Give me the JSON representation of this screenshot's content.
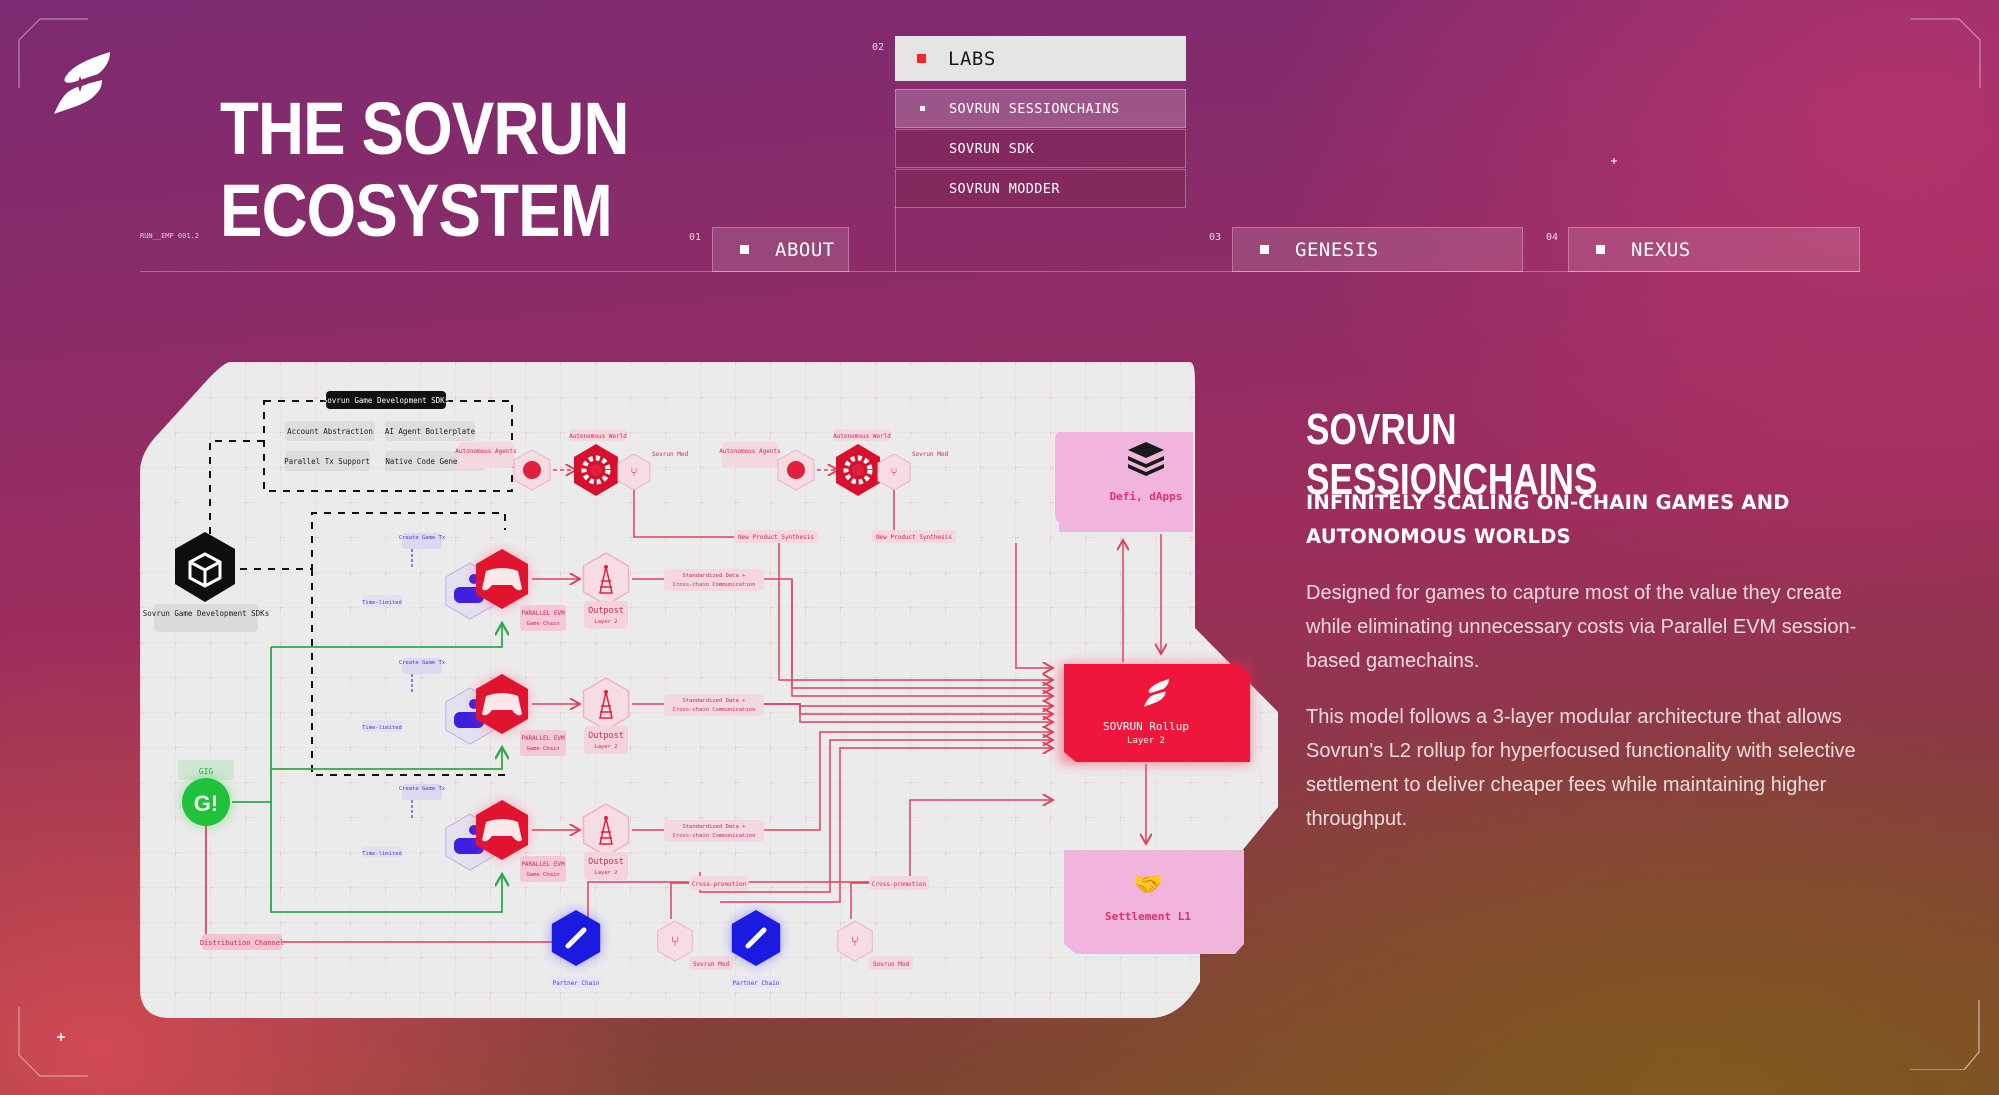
{
  "brand": {
    "logo_icon": "sovrun-wing-logo-icon"
  },
  "header": {
    "title_line1": "THE SOVRUN",
    "title_line2": "ECOSYSTEM",
    "code": "RUN__EMP 001.2"
  },
  "nav": {
    "items": [
      {
        "number": "01",
        "label": "ABOUT",
        "active": false
      },
      {
        "number": "02",
        "label": "LABS",
        "active": true
      },
      {
        "number": "03",
        "label": "GENESIS",
        "active": false
      },
      {
        "number": "04",
        "label": "NEXUS",
        "active": false
      }
    ],
    "labs_submenu": [
      {
        "label": "SOVRUN SESSIONCHAINS",
        "active": true
      },
      {
        "label": "SOVRUN SDK",
        "active": false
      },
      {
        "label": "SOVRUN MODDER",
        "active": false
      }
    ],
    "accent_color": "#ee2a2a"
  },
  "diagram": {
    "sdk_group_title": "Sovrun Game Development SDKs",
    "sdk_features": [
      "Account Abstraction",
      "AI Agent Boilerplate",
      "Parallel Tx Support",
      "Native Code Generation"
    ],
    "sdk_node_label": "Sovrun Game Development SDKs",
    "autonomous_agents": "Autonomous Agents",
    "autonomous_world": "Autonomous World",
    "sovrun_mod": "Sovrun Mod",
    "new_product_synthesis": "New Product Synthesis",
    "create_game_tx": "Create Game Tx",
    "time_limited": "Time-limited",
    "parallel_evm": "PARALLEL EVM",
    "game_chain": "Game Chain",
    "outpost": "Outpost",
    "outpost_layer": "Layer 2",
    "standardized": "Standardized Data +",
    "cross_chain": "Cross-chain Communication",
    "gig_label": "GIG",
    "distribution_channel": "Distribution Channel",
    "partner_chain": "Partner Chain",
    "cross_promotion": "Cross-promotion",
    "defi_label": "Defi, dApps",
    "rollup_title": "SOVRUN Rollup",
    "rollup_layer": "Layer 2",
    "settlement": "Settlement L1",
    "colors": {
      "red": "#f0153a",
      "pink": "#f0b4dd",
      "blue": "#1a1ae0",
      "green": "#1fc23a",
      "line": "#e0405e"
    }
  },
  "content": {
    "title": "SOVRUN SESSIONCHAINS",
    "subtitle": "INFINITELY SCALING ON-CHAIN GAMES AND AUTONOMOUS WORLDS",
    "paragraph1": "Designed for games to capture most of the value they create while eliminating unnecessary costs via Parallel EVM session-based gamechains.",
    "paragraph2": "This model follows a 3-layer modular architecture that allows Sovrun's L2 rollup for hyperfocused functionality with selective settlement to deliver cheaper fees while maintaining higher throughput."
  }
}
